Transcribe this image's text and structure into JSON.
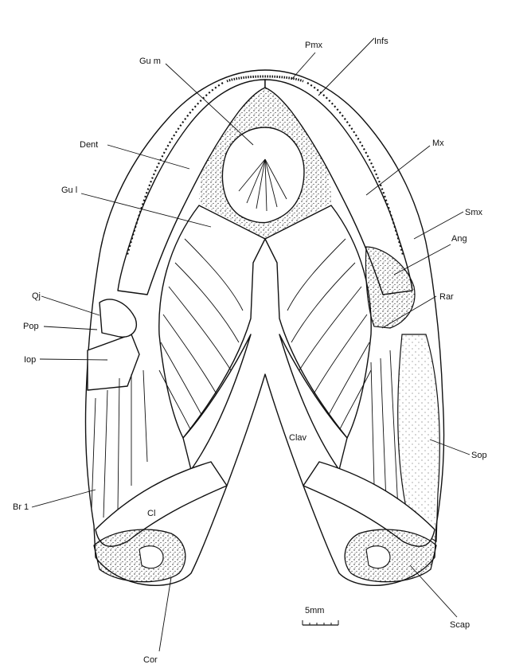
{
  "labels": {
    "pmx": "Pmx",
    "infs": "Infs",
    "gum": "Gu m",
    "mx": "Mx",
    "dent": "Dent",
    "gul": "Gu l",
    "smx": "Smx",
    "ang": "Ang",
    "qj": "Qj",
    "rar": "Rar",
    "pop": "Pop",
    "iop": "Iop",
    "clav": "Clav",
    "sop": "Sop",
    "br1": "Br 1",
    "cl": "Cl",
    "scap": "Scap",
    "cor": "Cor"
  },
  "scale_bar": {
    "label": "5mm"
  },
  "colors": {
    "ink": "#111111",
    "paper": "#ffffff",
    "stipple": "#2a2a2a"
  }
}
